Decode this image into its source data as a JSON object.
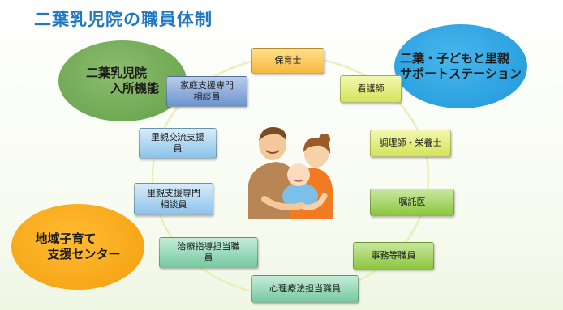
{
  "title": "二葉乳児院の職員体制",
  "ellipses": {
    "nyusho": "二葉乳児院\n　　入所機能",
    "support": "二葉・子どもと里親\nサポートステーション",
    "chiiki": "地域子育て\n　支援センター"
  },
  "staff": {
    "hoikushi": "保育士",
    "kangoshi": "看護師",
    "chorishi": "調理師・栄養士",
    "shokutakui": "嘱託医",
    "jimu": "事務等職員",
    "shinri": "心理療法担当職員",
    "chiryo": "治療指導担当職\n員",
    "satooya_soudan": "里親支援専門\n相談員",
    "satooya_koryu": "里親交流支援\n員",
    "katei": "家庭支援専門\n相談員"
  },
  "colors": {
    "title": "#1f78c1",
    "nyusho": "#6fa853",
    "support": "#2aa1e0",
    "chiiki": "#f7a718"
  }
}
